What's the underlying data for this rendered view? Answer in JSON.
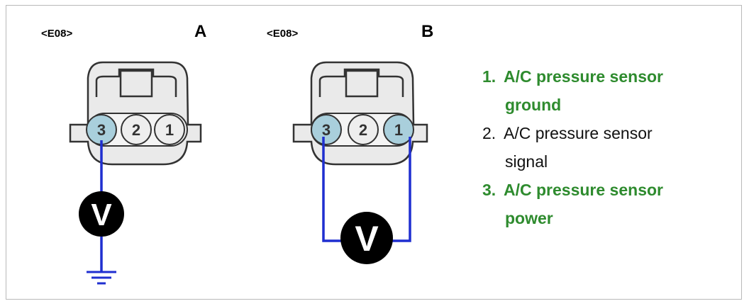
{
  "panels": [
    {
      "connector_id": "<E08>",
      "letter": "A"
    },
    {
      "connector_id": "<E08>",
      "letter": "B"
    }
  ],
  "pins": [
    "3",
    "2",
    "1"
  ],
  "meter_symbol": "V",
  "legend": [
    {
      "number": "1.",
      "line1": "A/C pressure sensor",
      "line2": "ground",
      "color": "#2e8b2e",
      "emphasis": "bold"
    },
    {
      "number": "2.",
      "line1": "A/C pressure sensor",
      "line2": "signal",
      "color": "#111111",
      "emphasis": "normal"
    },
    {
      "number": "3.",
      "line1": "A/C pressure sensor",
      "line2": "power",
      "color": "#2e8b2e",
      "emphasis": "bold"
    }
  ],
  "colors": {
    "wire": "#1f2fd0",
    "pin_highlight": "#a9cfdc",
    "pin_normal": "#eeeeee",
    "connector_fill": "#eaeaea",
    "outline": "#333333",
    "meter": "#000000"
  }
}
